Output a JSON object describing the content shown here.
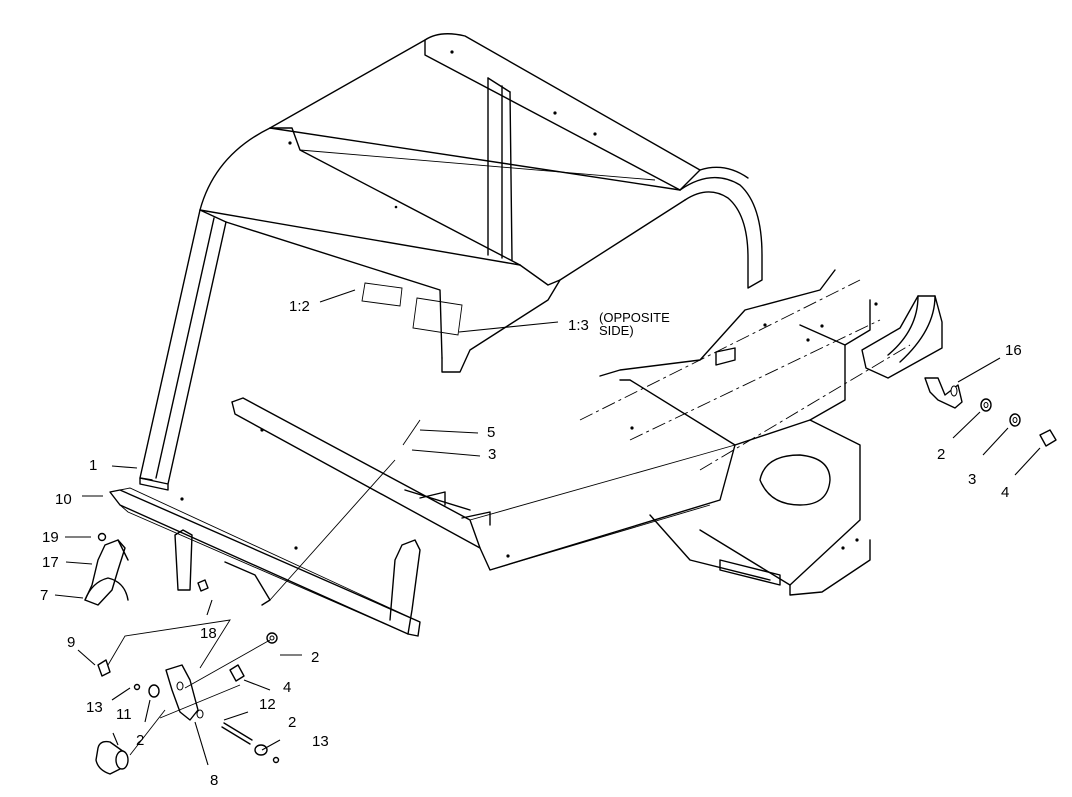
{
  "callouts": [
    {
      "id": "c1",
      "text": "1"
    },
    {
      "id": "c10",
      "text": "10"
    },
    {
      "id": "c19",
      "text": "19"
    },
    {
      "id": "c17",
      "text": "17"
    },
    {
      "id": "c7",
      "text": "7"
    },
    {
      "id": "c18",
      "text": "18"
    },
    {
      "id": "c9",
      "text": "9"
    },
    {
      "id": "c13a",
      "text": "13"
    },
    {
      "id": "c11",
      "text": "11"
    },
    {
      "id": "c2a",
      "text": "2"
    },
    {
      "id": "c8",
      "text": "8"
    },
    {
      "id": "c12",
      "text": "12"
    },
    {
      "id": "c2b",
      "text": "2"
    },
    {
      "id": "c13b",
      "text": "13"
    },
    {
      "id": "c2c",
      "text": "2"
    },
    {
      "id": "c4a",
      "text": "4"
    },
    {
      "id": "c5",
      "text": "5"
    },
    {
      "id": "c3a",
      "text": "3"
    },
    {
      "id": "c1-2",
      "text": "1:2"
    },
    {
      "id": "c1-3",
      "text": "1:3"
    },
    {
      "id": "c16",
      "text": "16"
    },
    {
      "id": "c2d",
      "text": "2"
    },
    {
      "id": "c3b",
      "text": "3"
    },
    {
      "id": "c4b",
      "text": "4"
    }
  ],
  "notes": {
    "opposite_line1": "(OPPOSITE",
    "opposite_line2": "SIDE)"
  }
}
